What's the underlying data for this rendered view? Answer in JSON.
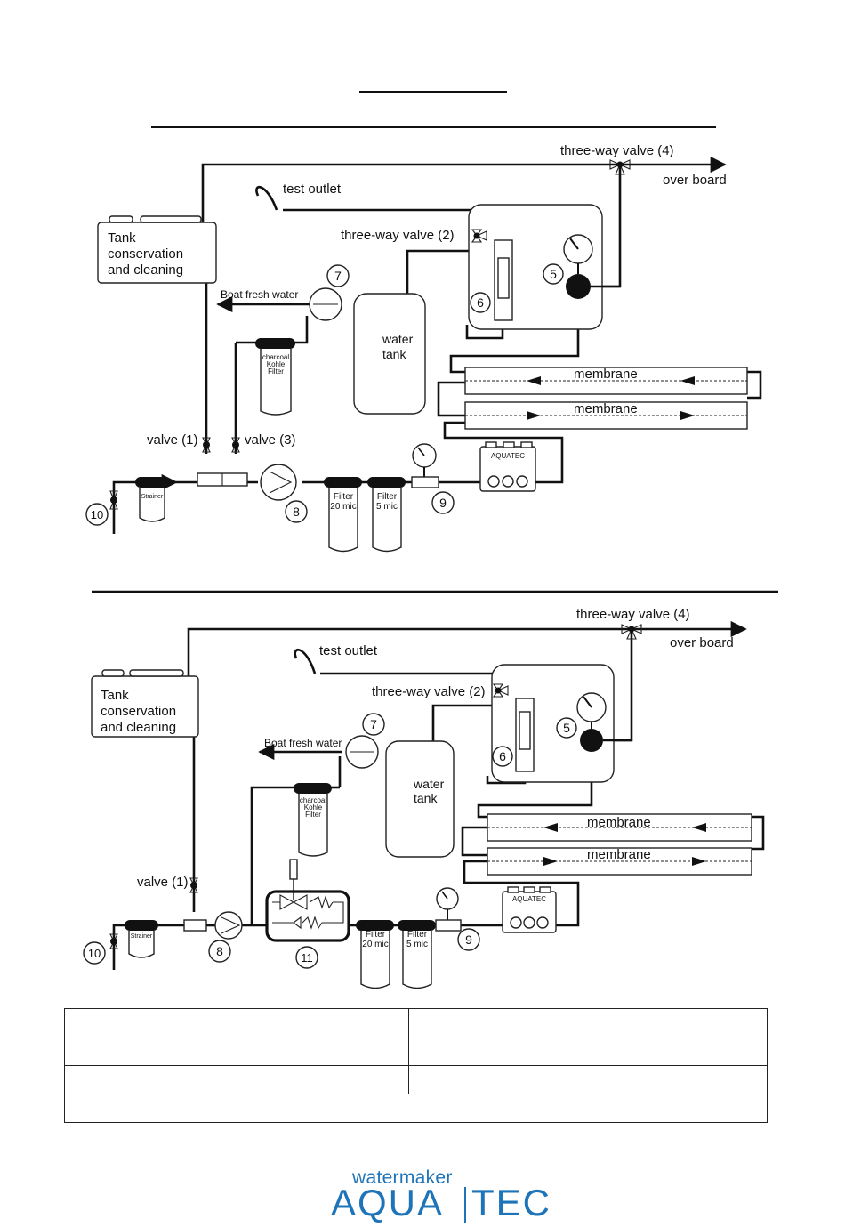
{
  "diagram_top": {
    "three_way_valve_4": "three-way valve (4)",
    "over_board": "over board",
    "test_outlet": "test outlet",
    "three_way_valve_2": "three-way valve (2)",
    "tank_line1": "Tank",
    "tank_line2": "conservation",
    "tank_line3": "and cleaning",
    "boat_fresh_water": "Boat fresh water",
    "charcoal_l1": "charcoal",
    "charcoal_l2": "Kohle",
    "charcoal_l3": "Filter",
    "water_tank_l1": "water",
    "water_tank_l2": "tank",
    "membrane_1": "membrane",
    "membrane_2": "membrane",
    "valve_1": "valve (1)",
    "valve_3": "valve (3)",
    "strainer": "Strainer",
    "filter20_l1": "Filter",
    "filter20_l2": "20 mic",
    "filter5_l1": "Filter",
    "filter5_l2": "5 mic",
    "aquatec": "AQUATEC",
    "n5": "5",
    "n6": "6",
    "n7": "7",
    "n8": "8",
    "n9": "9",
    "n10": "10"
  },
  "diagram_bottom": {
    "three_way_valve_4": "three-way valve (4)",
    "over_board": "over board",
    "test_outlet": "test outlet",
    "three_way_valve_2": "three-way valve (2)",
    "tank_line1": "Tank",
    "tank_line2": "conservation",
    "tank_line3": "and cleaning",
    "boat_fresh_water": "Boat fresh water",
    "charcoal_l1": "charcoal",
    "charcoal_l2": "Kohle",
    "charcoal_l3": "Filter",
    "water_tank_l1": "water",
    "water_tank_l2": "tank",
    "membrane_1": "membrane",
    "membrane_2": "membrane",
    "valve_1": "valve (1)",
    "strainer": "Strainer",
    "filter20_l1": "Filter",
    "filter20_l2": "20 mic",
    "filter5_l1": "Filter",
    "filter5_l2": "5 mic",
    "aquatec": "AQUATEC",
    "n5": "5",
    "n6": "6",
    "n7": "7",
    "n8": "8",
    "n9": "9",
    "n10": "10",
    "n11": "11"
  },
  "table": {
    "rows": [
      [
        "",
        ""
      ],
      [
        "",
        ""
      ],
      [
        "",
        ""
      ],
      [
        ""
      ]
    ]
  },
  "logo": {
    "top": "watermaker",
    "left": "AQUA",
    "right": "TEC",
    "color": "#1e74b8"
  }
}
